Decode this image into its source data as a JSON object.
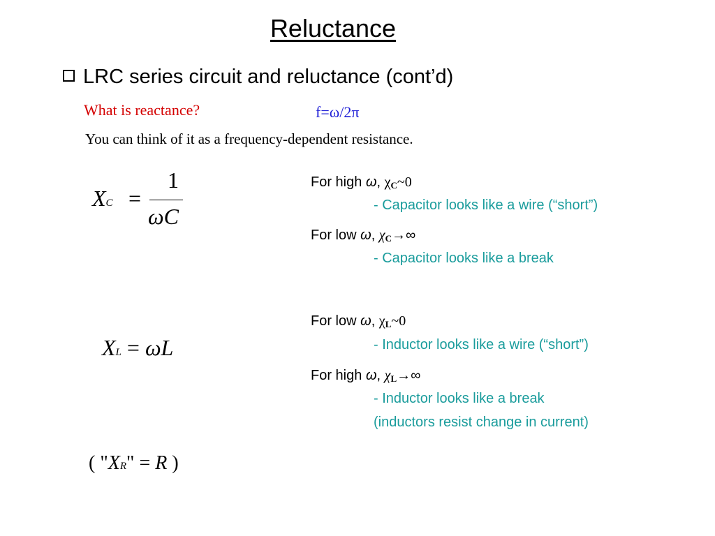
{
  "title": "Reluctance",
  "heading": "LRC series circuit and reluctance (cont’d)",
  "question": "What is reactance?",
  "freq_relation": "f=ω/2π",
  "note": "You can think of it as a frequency-dependent resistance.",
  "formulas": {
    "xc": {
      "lhs": "X",
      "lhs_sub": "C",
      "eq": "=",
      "num": "1",
      "den": "ωC"
    },
    "xl": {
      "lhs": "X",
      "lhs_sub": "L",
      "eq": "=",
      "rhs": "ωL"
    },
    "xr": {
      "open": "( \"",
      "lhs": "X",
      "lhs_sub": "R",
      "mid": "\" = ",
      "rhs": "R",
      "close": " )"
    }
  },
  "capacitor": {
    "high": {
      "prefix": "For high ",
      "omega": "ω",
      "comma": ", ",
      "chi": "χ",
      "sub": "C",
      "suffix": "~0"
    },
    "high_desc": "- Capacitor looks like a wire (“short”)",
    "low": {
      "prefix": "For low ",
      "omega": "ω",
      "comma": ", ",
      "chi": "χ",
      "sub": "C",
      "suffix": "→∞"
    },
    "low_desc": "- Capacitor looks like a break"
  },
  "inductor": {
    "low": {
      "prefix": "For low ",
      "omega": "ω",
      "comma": ", ",
      "chi": "χ",
      "sub": "L",
      "suffix": "~0"
    },
    "low_desc": "- Inductor looks like a wire (“short”)",
    "high": {
      "prefix": "For high ",
      "omega": "ω",
      "comma": ", ",
      "chi": "χ",
      "sub": "L",
      "suffix": "→∞"
    },
    "high_desc": "- Inductor looks like a break",
    "high_desc2": "(inductors resist change in current)"
  },
  "colors": {
    "question": "#d40000",
    "freq": "#1f1fd6",
    "desc": "#1a9c9c"
  }
}
